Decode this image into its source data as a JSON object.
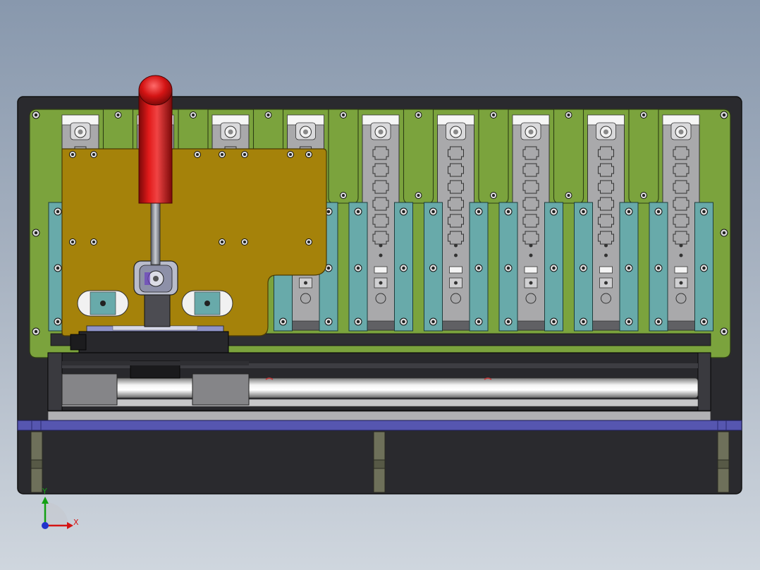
{
  "viewport": {
    "background_top": "#8898ad",
    "background_bottom": "#cfd6de"
  },
  "colors": {
    "frame": "#2a2a2e",
    "green_plate": "#7ba33d",
    "gold_plate": "#a5820a",
    "teal_rail": "#68aaaa",
    "card_grey": "#a9a9ab",
    "blue_strip": "#5656b0",
    "handle_red": "#d41414",
    "rod_steel": "#dcdcdc"
  },
  "model": {
    "card_slots": 9,
    "handle": "red-knob-toggle-clamp"
  },
  "triad": {
    "x_label": "X",
    "y_label": "Y",
    "icon": "coordinate-triad-icon"
  }
}
